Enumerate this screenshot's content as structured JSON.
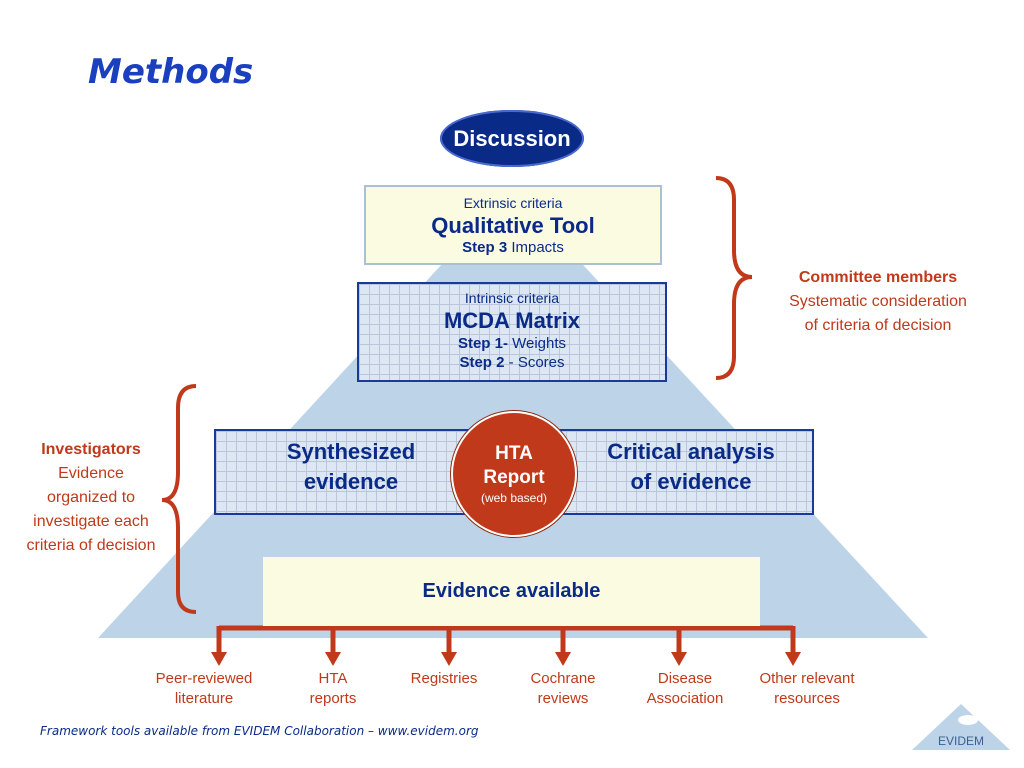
{
  "title": "Methods",
  "discussion": "Discussion",
  "qualitative": {
    "subtitle": "Extrinsic criteria",
    "name": "Qualitative Tool",
    "step_bold": "Step 3",
    "step_text": "Impacts"
  },
  "mcda": {
    "subtitle": "Intrinsic criteria",
    "name": "MCDA Matrix",
    "step1_bold": "Step 1-",
    "step1_text": "Weights",
    "step2_bold": "Step 2",
    "step2_text": "- Scores"
  },
  "synthesized": {
    "line1": "Synthesized",
    "line2": "evidence"
  },
  "critical": {
    "line1": "Critical analysis",
    "line2": "of evidence"
  },
  "hta": {
    "line1": "HTA",
    "line2": "Report",
    "line3": "(web based)"
  },
  "evidence_available": "Evidence available",
  "committee": {
    "heading": "Committee members",
    "line1": "Systematic consideration",
    "line2": "of criteria of decision"
  },
  "investigators": {
    "heading": "Investigators",
    "line1": "Evidence",
    "line2": "organized to",
    "line3": "investigate each",
    "line4": "criteria of decision"
  },
  "sources": [
    {
      "line1": "Peer-reviewed",
      "line2": "literature"
    },
    {
      "line1": "HTA",
      "line2": "reports"
    },
    {
      "line1": "Registries",
      "line2": ""
    },
    {
      "line1": "Cochrane",
      "line2": "reviews"
    },
    {
      "line1": "Disease",
      "line2": "Association"
    },
    {
      "line1": "Other relevant",
      "line2": "resources"
    }
  ],
  "footer": "Framework tools available from EVIDEM Collaboration – www.evidem.org",
  "logo_text": "EVIDEM",
  "colors": {
    "navy": "#0a2a88",
    "red": "#c0391a",
    "pyramid": "#bdd3e8",
    "cream": "#fbfbe1"
  }
}
